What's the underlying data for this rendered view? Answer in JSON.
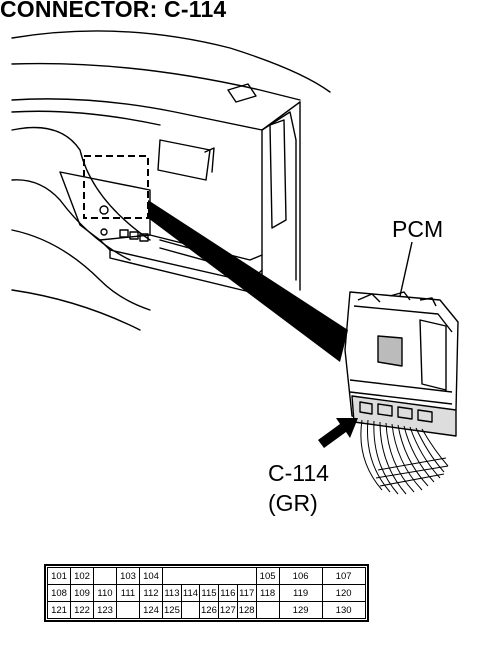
{
  "title": "CONNECTOR: C-114",
  "labels": {
    "pcm": "PCM",
    "connector_id": "C-114",
    "connector_color": "(GR)"
  },
  "pin_rows": [
    [
      "101",
      "102",
      "",
      "103",
      "104",
      "",
      "",
      "",
      "",
      "105",
      "106",
      "107"
    ],
    [
      "108",
      "109",
      "110",
      "111",
      "112",
      "113",
      "114",
      "115",
      "116",
      "117",
      "118",
      "119",
      "120"
    ],
    [
      "121",
      "122",
      "123",
      "",
      "124",
      "125",
      "",
      "126",
      "127",
      "128",
      "",
      "129",
      "130"
    ]
  ]
}
